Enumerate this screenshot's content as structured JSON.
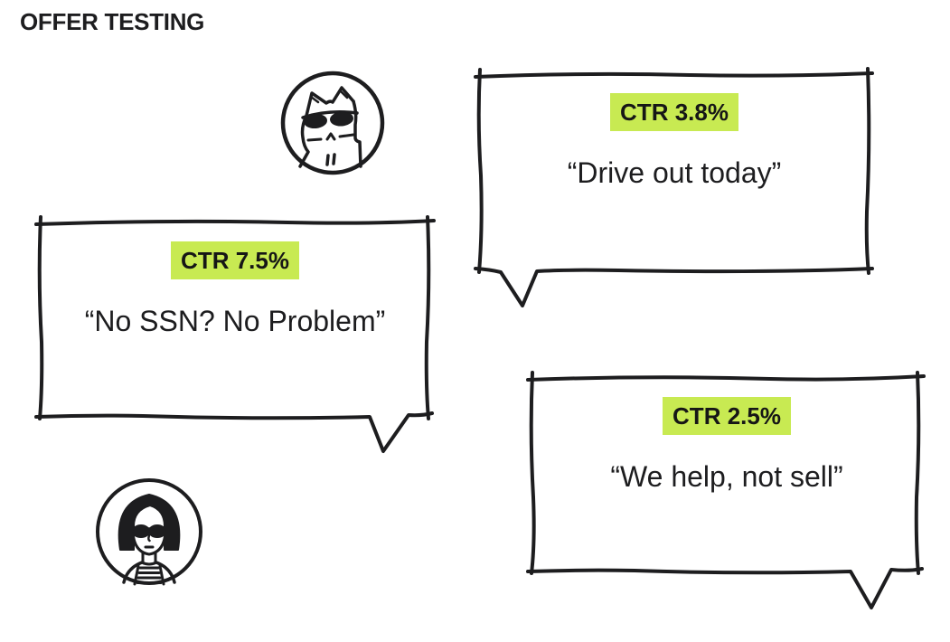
{
  "page": {
    "title": "OFFER TESTING",
    "background": "#ffffff"
  },
  "colors": {
    "ink": "#1d1d1f",
    "badge_bg": "#c8ea52"
  },
  "bubbles": [
    {
      "id": "drive-out-today",
      "ctr_label": "CTR 3.8%",
      "ctr_value": 3.8,
      "quote": "“Drive out today”"
    },
    {
      "id": "no-ssn-no-problem",
      "ctr_label": "CTR 7.5%",
      "ctr_value": 7.5,
      "quote": "“No SSN? No Problem”"
    },
    {
      "id": "we-help-not-sell",
      "ctr_label": "CTR 2.5%",
      "ctr_value": 2.5,
      "quote": "“We help, not sell”"
    }
  ],
  "avatars": [
    {
      "id": "cat-avatar",
      "label": "cat wearing sunglasses"
    },
    {
      "id": "woman-avatar",
      "label": "woman with bob haircut wearing sunglasses"
    }
  ]
}
